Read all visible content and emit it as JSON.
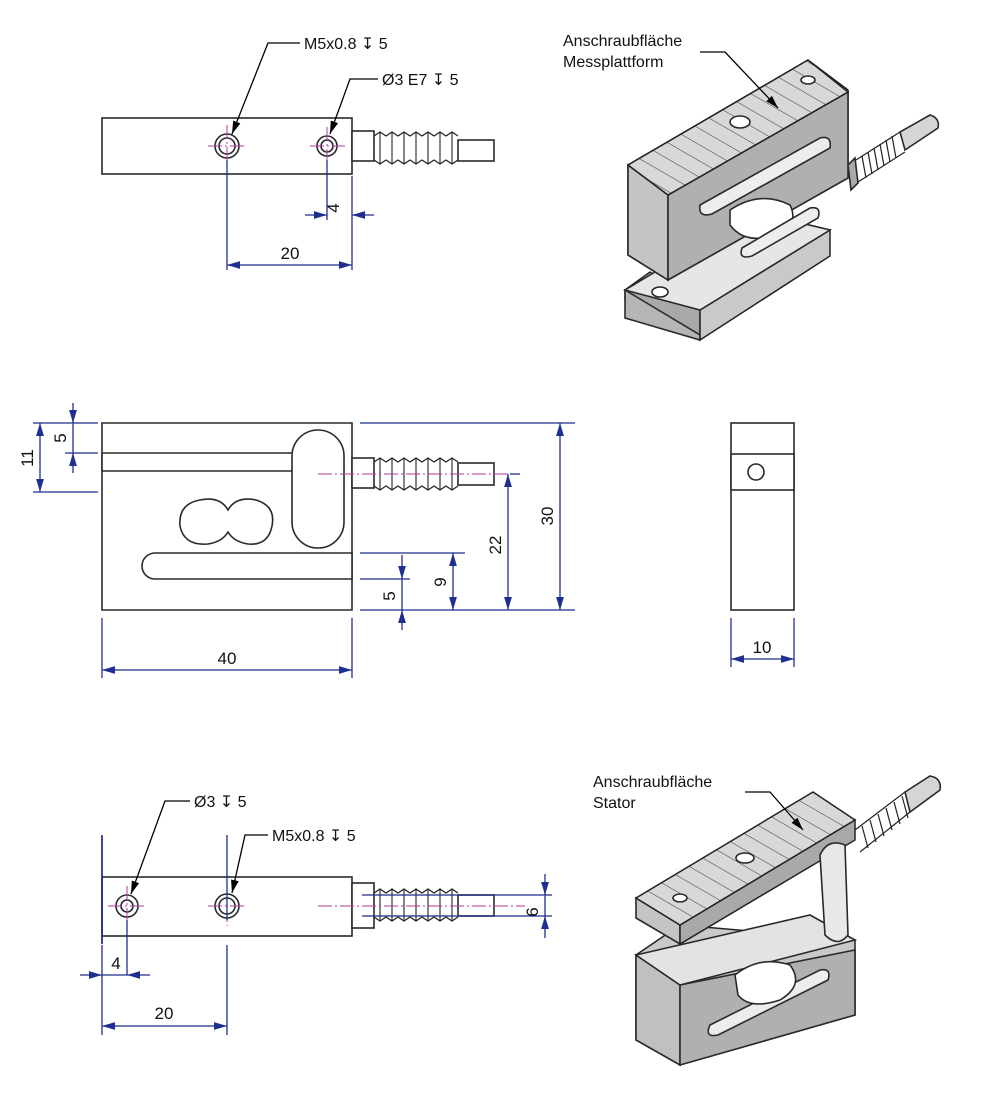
{
  "drawing": {
    "top_view": {
      "callout_thread": "M5x0.8 ↧ 5",
      "callout_pin": "Ø3 E7 ↧ 5",
      "dim_edge_to_pin": "4",
      "dim_hole_spacing": "20"
    },
    "iso_top": {
      "label_line1": "Anschraubfläche",
      "label_line2": "Messplattform"
    },
    "front_view": {
      "dim_total_height": "30",
      "dim_cable_height": "22",
      "dim_slot_upper": "9",
      "dim_slot_lower": "5",
      "dim_top_slot": "5",
      "dim_top_slot_outer": "11",
      "dim_width": "40"
    },
    "side_view": {
      "dim_thickness": "10"
    },
    "bottom_view": {
      "callout_pin": "Ø3 ↧ 5",
      "callout_thread": "M5x0.8 ↧ 5",
      "dim_edge_to_pin": "4",
      "dim_hole_spacing": "20",
      "dim_cable_dia": "6"
    },
    "iso_bottom": {
      "label_line1": "Anschraubfläche",
      "label_line2": "Stator"
    },
    "colors": {
      "dimension": "#1f2f8f",
      "centerline": "#b23aa5",
      "outline": "#2a2a2a"
    }
  }
}
